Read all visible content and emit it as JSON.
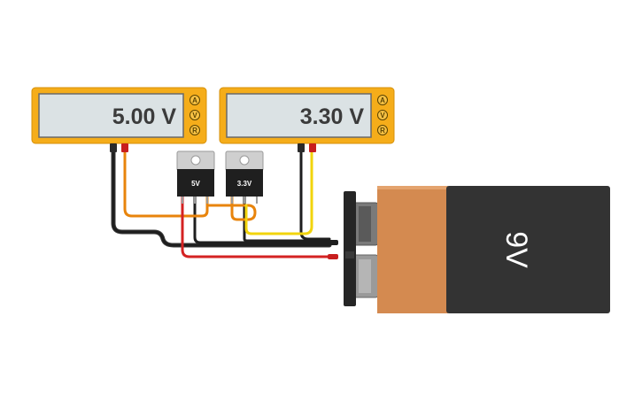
{
  "meters": [
    {
      "reading": "5.00 V",
      "modes": [
        "A",
        "V",
        "R"
      ]
    },
    {
      "reading": "3.30 V",
      "modes": [
        "A",
        "V",
        "R"
      ]
    }
  ],
  "regulators": [
    {
      "label": "5V"
    },
    {
      "label": "3.3V"
    }
  ],
  "battery": {
    "label": "9V"
  },
  "colors": {
    "meter_body": "#f5ad1a",
    "meter_screen": "#dbe2e4",
    "wire_black": "#2a2a2a",
    "wire_red": "#d42222",
    "wire_orange": "#e8840c",
    "wire_yellow": "#f2d40c",
    "battery_copper": "#d48a50",
    "battery_body": "#333333"
  }
}
